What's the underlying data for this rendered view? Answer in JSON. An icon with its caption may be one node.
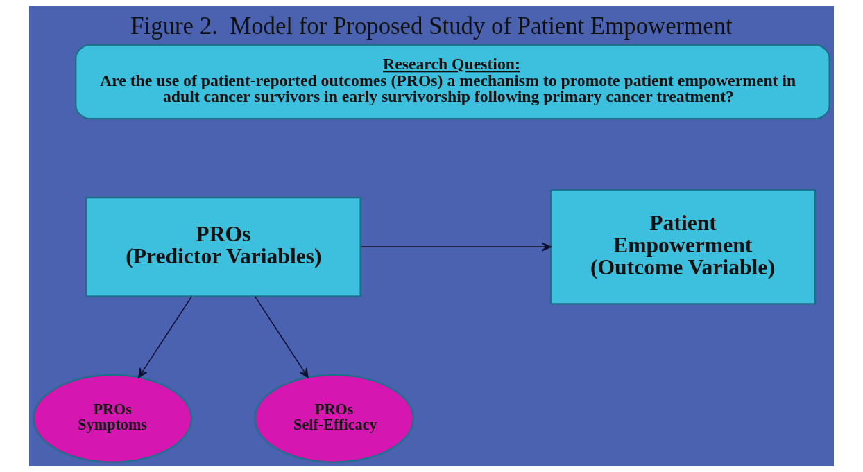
{
  "diagram": {
    "title": "Figure 2.  Model for Proposed Study of Patient Empowerment",
    "nodes": [
      {
        "text": [
          "Research Question:",
          "Are the use of patient-reported outcomes (PROs) a mechanism to promote patient empowerment in adult cancer survivors in early survivorship following primary cancer treatment?"
        ]
      },
      {
        "text": [
          "PROs",
          "(Predictor Variables)"
        ]
      },
      {
        "text": [
          "Patient Empowerment",
          "(Outcome Variable)"
        ]
      },
      {
        "text": [
          "PROs",
          "Symptoms"
        ]
      },
      {
        "text": [
          "PROs",
          "Self-Efficacy"
        ]
      }
    ],
    "edges": [
      {
        "from": 1,
        "to": 2,
        "arrow": "to"
      },
      {
        "from": 1,
        "to": 3,
        "arrow": "to"
      },
      {
        "from": 1,
        "to": 4,
        "arrow": "to"
      }
    ]
  }
}
